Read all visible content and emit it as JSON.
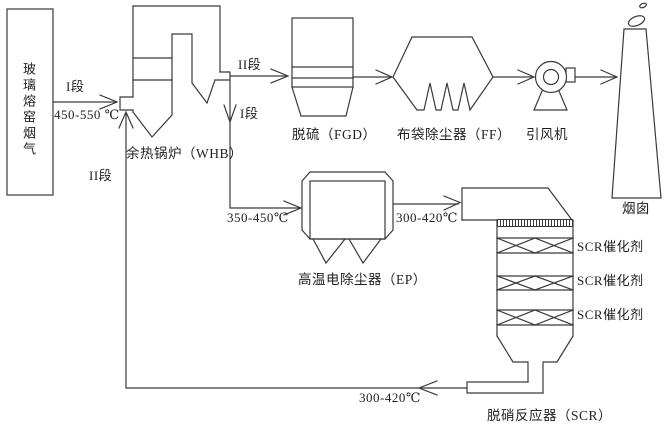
{
  "figure": {
    "background": "#ffffff",
    "line_color": "#3a3a3a",
    "source_label": "玻璃熔窑烟气",
    "labels": {
      "stage1_inlet": "I段",
      "stage1_inlet_temp": "450-550 ℃",
      "stage2_return": "II段",
      "whb": "余热锅炉（WHB）",
      "stage2_to_fgd": "II段",
      "stage1_down": "I段",
      "fgd": "脱硫（FGD）",
      "ff": "布袋除尘器（FF）",
      "fan": "引风机",
      "chimney": "烟囱",
      "ep_inlet_temp": "350-450℃",
      "ep": "高温电除尘器（EP）",
      "scr_inlet_temp": "300-420℃",
      "scr_catalyst": "SCR催化剂",
      "scr_outlet_temp": "300-420℃",
      "scr": "脱硝反应器（SCR）"
    }
  }
}
